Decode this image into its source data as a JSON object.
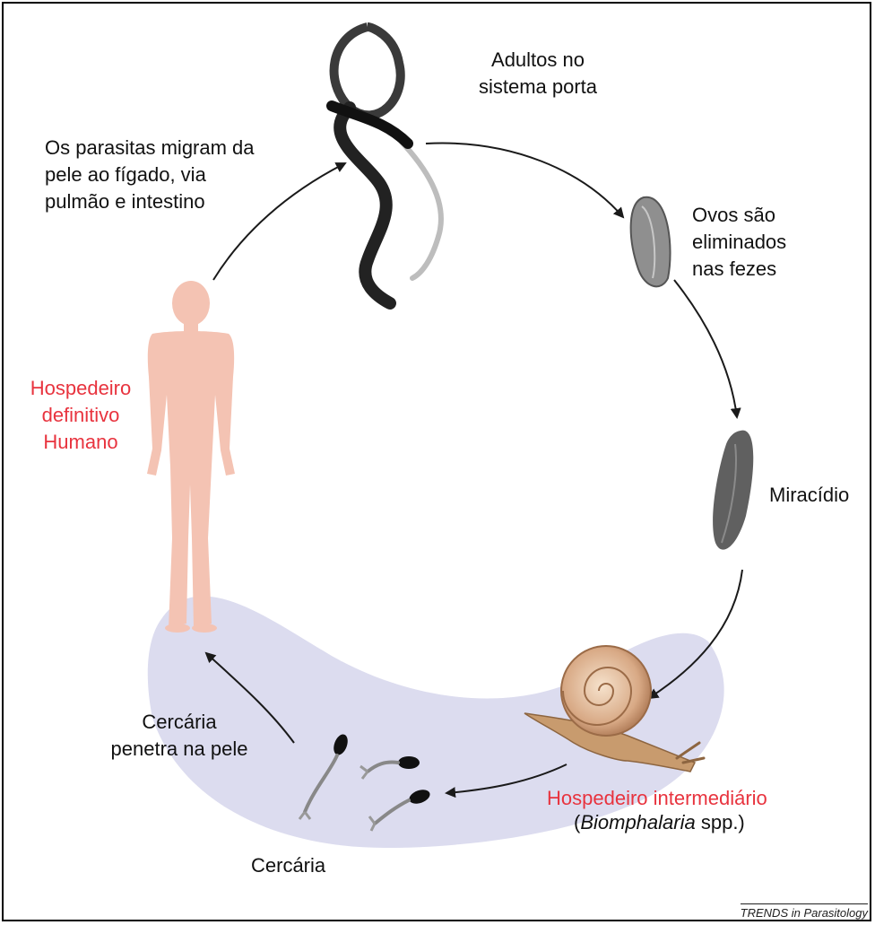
{
  "labels": {
    "adults": "Adultos no\nsistema porta",
    "migration": "Os parasitas migram da\npele ao fígado, via\npulmão e intestino",
    "eggs": "Ovos são\neliminados\nnas fezes",
    "miracidium": "Miracídio",
    "definitive_host": "Hospedeiro\ndefinitivo\nHumano",
    "intermediate_host": "Hospedeiro intermediário",
    "intermediate_species_genus": "Biomphalaria",
    "intermediate_species_suffix": " spp.)",
    "intermediate_species_open": "(",
    "cercaria_penetrates": "Cercária\npenetra na pele",
    "cercaria": "Cercária"
  },
  "footer": "TRENDS in Parasitology",
  "colors": {
    "host_red": "#e8333e",
    "human_figure": "#f4c3b3",
    "lavender_band": "#dcdcef",
    "arrow": "#1a1a1a"
  },
  "icons": [
    "adult-worm-icon",
    "egg-icon",
    "miracidium-icon",
    "human-figure-icon",
    "snail-icon",
    "cercaria-icon"
  ]
}
